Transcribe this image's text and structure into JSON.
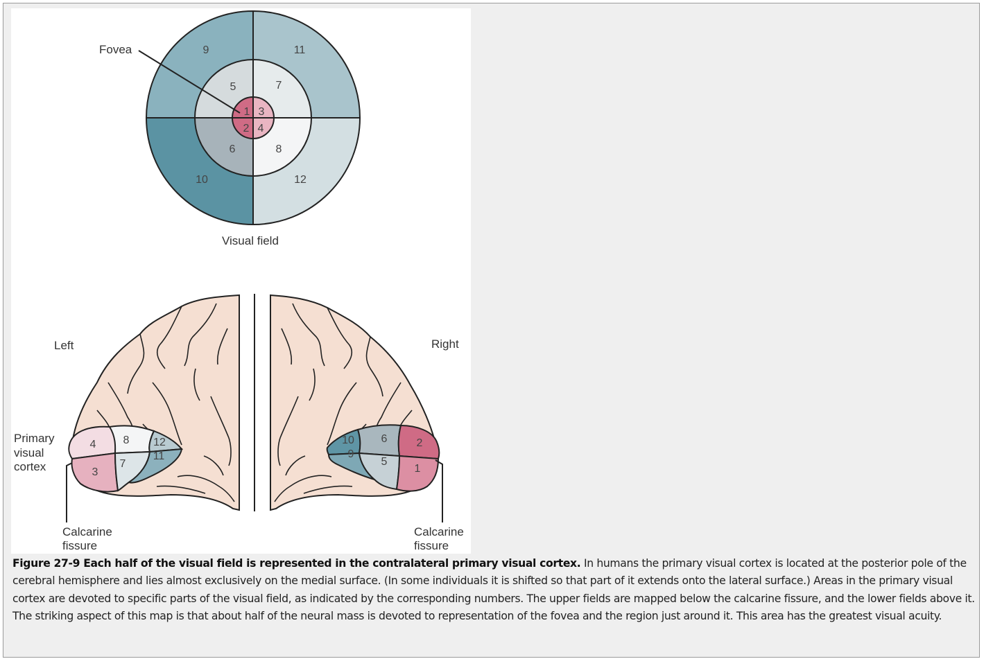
{
  "figure": {
    "visual_field": {
      "fovea_label": "Fovea",
      "caption_label": "Visual field",
      "sectors": {
        "outer_upper_left": "9",
        "outer_upper_right": "11",
        "outer_lower_left": "10",
        "outer_lower_right": "12",
        "middle_upper_left": "5",
        "middle_upper_right": "7",
        "middle_lower_left": "6",
        "middle_lower_right": "8",
        "inner_upper_left": "1",
        "inner_upper_right": "3",
        "inner_lower_left": "2",
        "inner_lower_right": "4"
      }
    },
    "brain": {
      "left_label": "Left",
      "right_label": "Right",
      "primary_label_line1": "Primary",
      "primary_label_line2": "visual",
      "primary_label_line3": "cortex",
      "calcarine_left_line1": "Calcarine",
      "calcarine_left_line2": "fissure",
      "calcarine_right_line1": "Calcarine",
      "calcarine_right_line2": "fissure",
      "left_areas": {
        "a4": "4",
        "a8": "8",
        "a12": "12",
        "a3": "3",
        "a7": "7",
        "a11": "11"
      },
      "right_areas": {
        "a10": "10",
        "a6": "6",
        "a2": "2",
        "a9": "9",
        "a5": "5",
        "a1": "1"
      }
    },
    "colors": {
      "outer_dark": "#5b93a3",
      "outer_mid": "#8ab2be",
      "outer_light": "#a9c4cc",
      "outer_lightest": "#d3dfe2",
      "middle_upper_left": "#d5dbdd",
      "middle_upper_right": "#e6ebec",
      "middle_lower_left": "#a7b3ba",
      "middle_lower_right": "#f4f5f6",
      "pink_dark": "#cf6b85",
      "pink_mid": "#dc8fa3",
      "pink_light": "#e9b5c2",
      "brain_fill": "#f5dfd2"
    }
  },
  "caption": {
    "title": "Figure 27-9 Each half of the visual field is represented in the contralateral primary visual cortex.",
    "body": " In humans the primary visual cortex is located at the posterior pole of the cerebral hemisphere and lies almost exclusively on the medial surface. (In some individuals it is shifted so that part of it extends onto the lateral surface.) Areas in the primary visual cortex are devoted to specific parts of the visual field, as indicated by the corresponding numbers. The upper fields are mapped below the calcarine fissure, and the lower fields above it. The striking aspect of this map is that about half of the neural mass is devoted to representation of the fovea and the region just around it. This area has the greatest visual acuity."
  }
}
